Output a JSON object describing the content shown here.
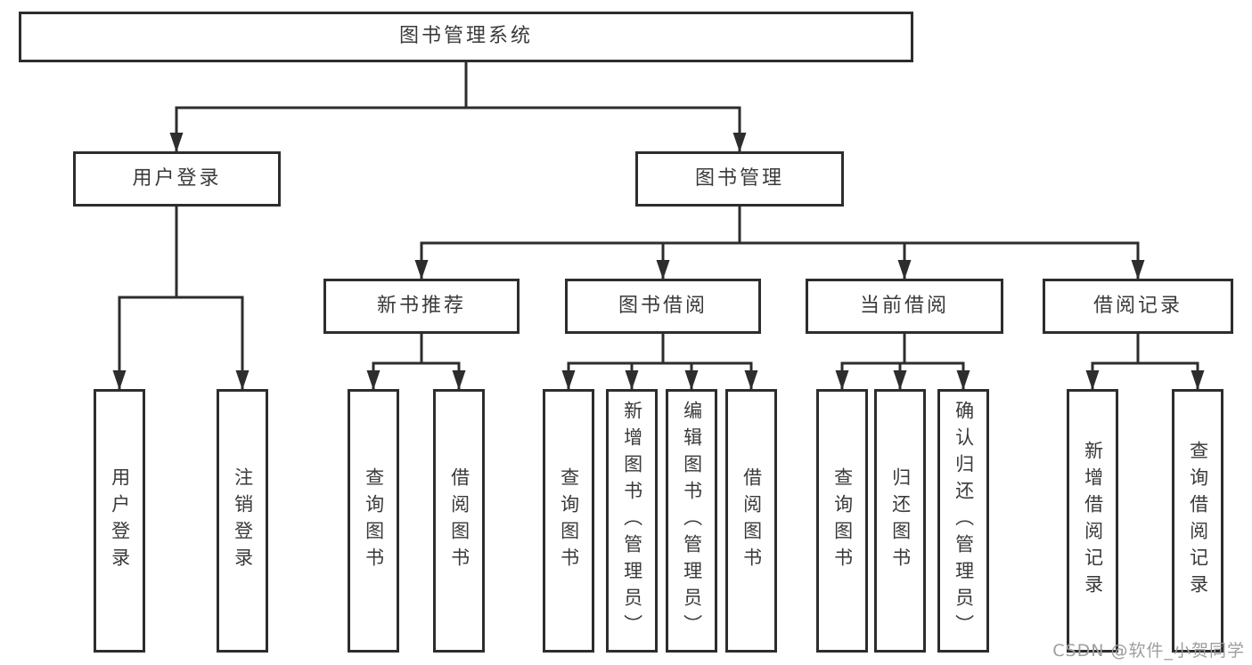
{
  "tree": {
    "label": "图书管理系统",
    "children": [
      {
        "label": "用户登录",
        "children": [
          {
            "label": "用户登录"
          },
          {
            "label": "注销登录"
          }
        ]
      },
      {
        "label": "图书管理",
        "children": [
          {
            "label": "新书推荐",
            "children": [
              {
                "label": "查询图书"
              },
              {
                "label": "借阅图书"
              }
            ]
          },
          {
            "label": "图书借阅",
            "children": [
              {
                "label": "查询图书"
              },
              {
                "label": "新增图书（管理员）"
              },
              {
                "label": "编辑图书（管理员）"
              },
              {
                "label": "借阅图书"
              }
            ]
          },
          {
            "label": "当前借阅",
            "children": [
              {
                "label": "查询图书"
              },
              {
                "label": "归还图书"
              },
              {
                "label": "确认归还（管理员）"
              }
            ]
          },
          {
            "label": "借阅记录",
            "children": [
              {
                "label": "新增借阅记录"
              },
              {
                "label": "查询借阅记录"
              }
            ]
          }
        ]
      }
    ]
  },
  "watermark": {
    "text": "CSDN @软件_小贺同学"
  },
  "colors": {
    "line": "#2d2d2d",
    "text": "#3a3a3a",
    "watermark": "#9e9e9e",
    "background": "#ffffff"
  }
}
